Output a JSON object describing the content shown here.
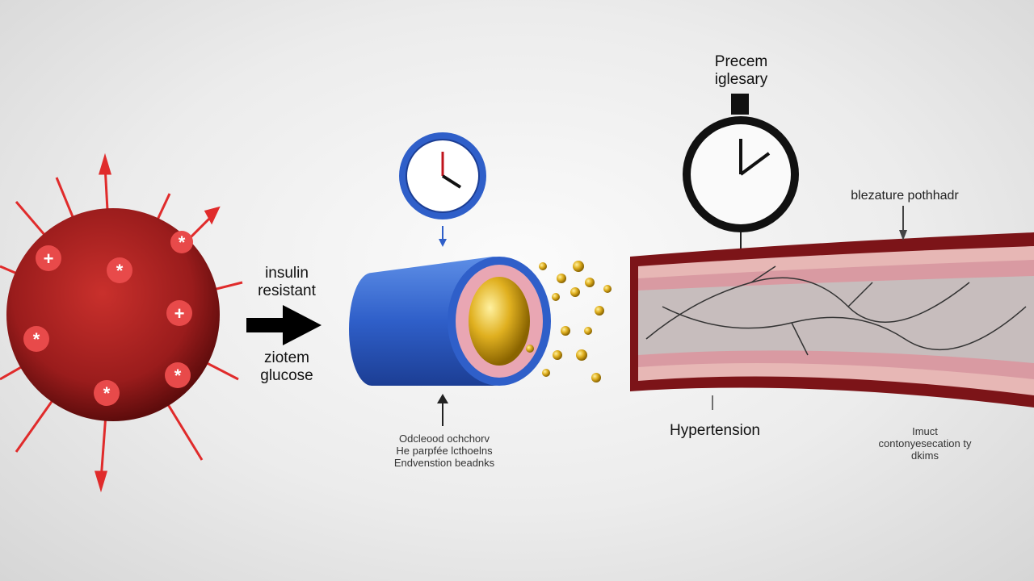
{
  "labels": {
    "insulin_line1": "insulin",
    "insulin_line2": "resistant",
    "glucose_line1": "ziotem",
    "glucose_line2": "glucose",
    "vessel_caption_line1": "Odcleood ochchorv",
    "vessel_caption_line2": "He parpfée lcthoelns",
    "vessel_caption_line3": "Endvenstion beadnks",
    "gauge_title_line1": "Precem",
    "gauge_title_line2": "iglesary",
    "pressure_label": "blezature pothhadr",
    "hypertension": "Hypertension",
    "damage_line1": "Imuct",
    "damage_line2": "contonyesecation ty",
    "damage_line3": "dkims"
  },
  "colors": {
    "cell_red": "#b01f1f",
    "vessel_blue": "#2f5fc9",
    "artery_dark": "#7c1418",
    "fat_gold": "#d4a017"
  }
}
